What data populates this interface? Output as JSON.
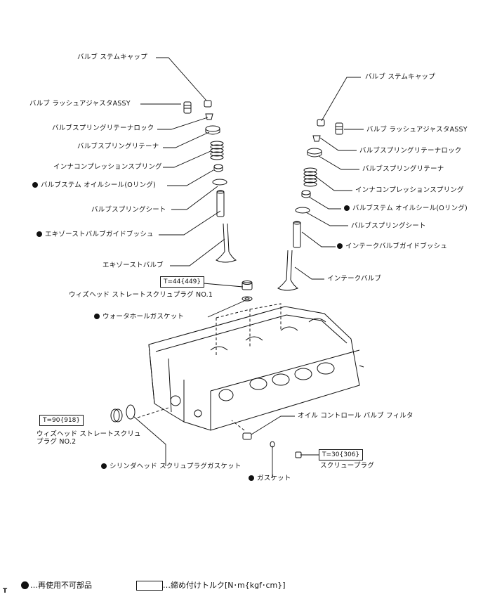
{
  "labels": {
    "left_stem_cap": "バルブ ステムキャップ",
    "left_lash_adjuster": "バルブ ラッシュアジャスタASSY",
    "left_retainer_lock": "バルブスプリングリテーナロック",
    "left_retainer": "バルブスプリングリテーナ",
    "left_inner_spring": "インナコンプレッションスプリング",
    "left_oil_seal": "バルブステム オイルシール(Oリング)",
    "left_spring_seat": "バルブスプリングシート",
    "left_guide_bush": "エキゾーストバルブガイドブッシュ",
    "left_valve": "エキゾーストバルブ",
    "plug_no1": "ウィズヘッド ストレートスクリュプラグ NO.1",
    "water_hole_gasket": "ウォータホールガスケット",
    "right_stem_cap": "バルブ ステムキャップ",
    "right_lash_adjuster": "バルブ ラッシュアジャスタASSY",
    "right_retainer_lock": "バルブスプリングリテーナロック",
    "right_retainer": "バルブスプリングリテーナ",
    "right_inner_spring": "インナコンプレッションスプリング",
    "right_oil_seal": "バルブステム オイルシール(Oリング)",
    "right_spring_seat": "バルブスプリングシート",
    "right_guide_bush": "インテークバルブガイドブッシュ",
    "right_valve": "インテークバルブ",
    "oil_control_filter": "オイル コントロール バルブ フィルタ",
    "plug_no2_line1": "ウィズヘッド ストレートスクリュ",
    "plug_no2_line2": "プラグ NO.2",
    "head_plug_gasket": "シリンダヘッド スクリュプラグガスケット",
    "gasket": "ガスケット",
    "screw_plug": "スクリュープラグ"
  },
  "torques": {
    "plug_no1": "T=44{449}",
    "plug_no2": "T=90{918}",
    "screw_plug": "T=30{306}"
  },
  "legend": {
    "non_reusable": "…再使用不可部品",
    "torque_note": "…締め付けトルク[N･m{kgf･cm}]"
  },
  "corner_mark": "T"
}
